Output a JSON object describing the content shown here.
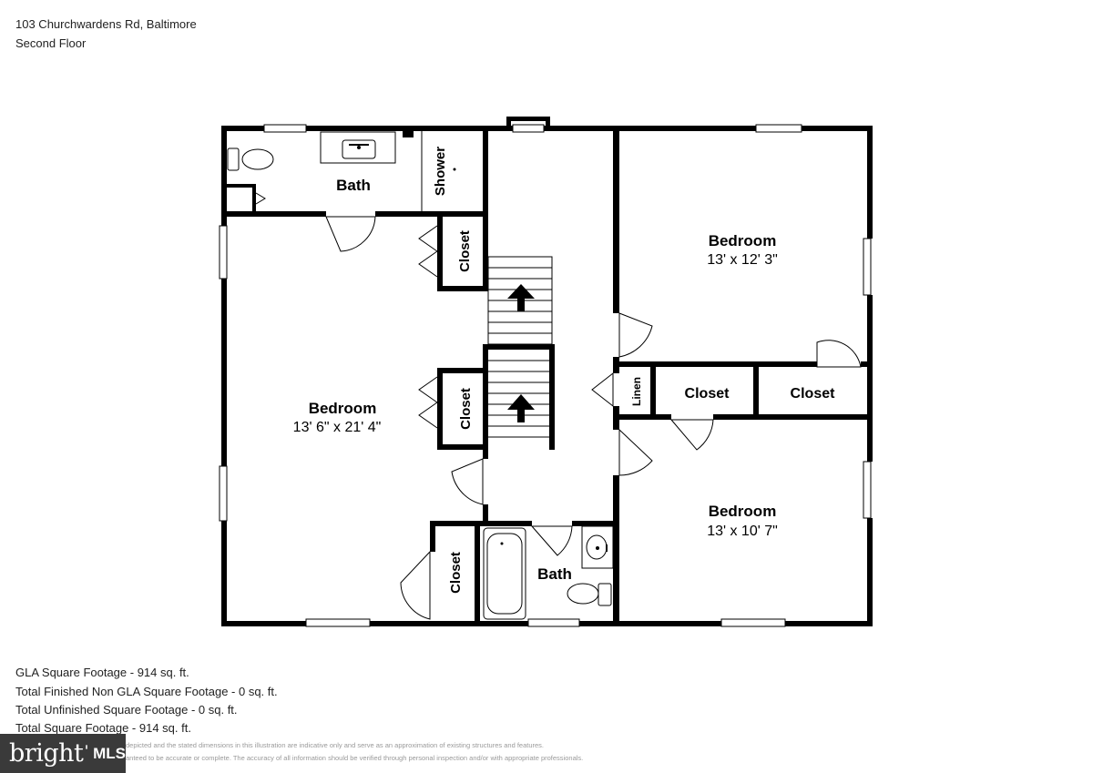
{
  "header": {
    "address": "103 Churchwardens Rd, Baltimore",
    "floor": "Second Floor"
  },
  "rooms": {
    "bath_top": "Bath",
    "shower": "Shower",
    "bedroom_ne": {
      "name": "Bedroom",
      "dims": "13' x 12' 3\""
    },
    "closet_upper": "Closet",
    "bedroom_w": {
      "name": "Bedroom",
      "dims": "13' 6\" x 21' 4\""
    },
    "closet_mid": "Closet",
    "linen": "Linen",
    "closet_e1": "Closet",
    "closet_e2": "Closet",
    "bedroom_se": {
      "name": "Bedroom",
      "dims": "13' x 10' 7\""
    },
    "closet_lower": "Closet",
    "bath_bottom": "Bath"
  },
  "footer": {
    "gla": "GLA Square Footage - 914 sq. ft.",
    "non_gla": "Total Finished Non GLA Square Footage - 0 sq. ft.",
    "unfinished": "Total Unfinished Square Footage - 0 sq. ft.",
    "total": "Total Square Footage - 914 sq. ft.",
    "disclaimer_1": "depicted and the stated dimensions in this illustration are indicative only and serve as an approximation of existing structures and features.",
    "disclaimer_2": "anteed to be accurate or complete. The accuracy of all information should be verified through personal inspection and/or with appropriate professionals."
  },
  "logo": {
    "word": "bright",
    "suffix": "MLS"
  },
  "colors": {
    "wall": "#000000",
    "background": "#ffffff",
    "logo_bg": "#3a3a3a"
  }
}
